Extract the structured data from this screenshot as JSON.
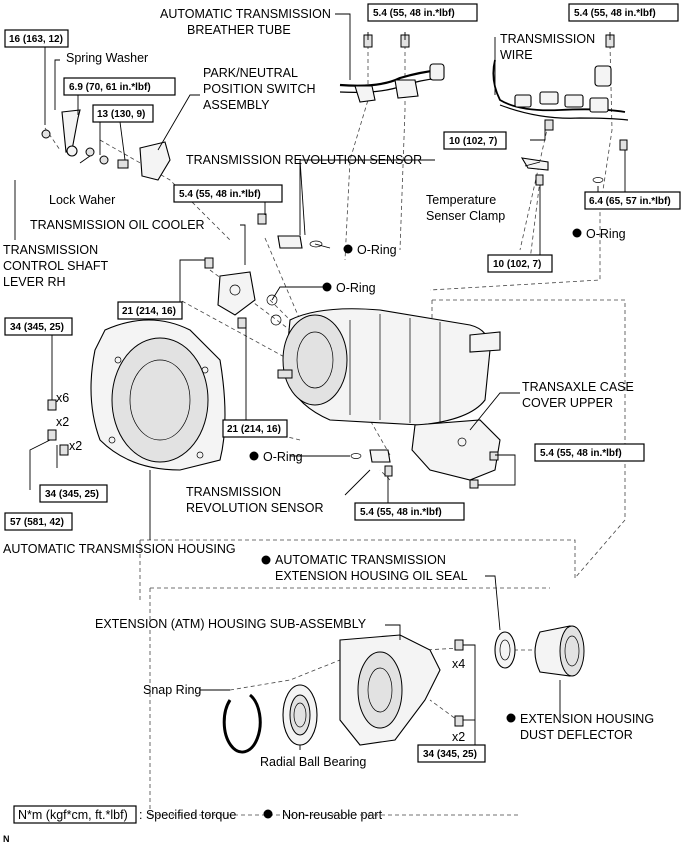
{
  "labels": {
    "breather_tube": "AUTOMATIC TRANSMISSION\nBREATHER TUBE",
    "spring_washer": "Spring Washer",
    "park_neutral": "PARK/NEUTRAL\nPOSITION SWITCH\nASSEMBLY",
    "transmission_wire": "TRANSMISSION\nWIRE",
    "rev_sensor_top": "TRANSMISSION REVOLUTION SENSOR",
    "lock_washer": "Lock Waher",
    "control_shaft": "TRANSMISSION\nCONTROL SHAFT\nLEVER RH",
    "oil_cooler": "TRANSMISSION OIL COOLER",
    "temp_clamp": "Temperature\nSenser Clamp",
    "oring_1": "O-Ring",
    "oring_2": "O-Ring",
    "oring_3": "O-Ring",
    "oring_4": "O-Ring",
    "case_cover": "TRANSAXLE CASE\nCOVER UPPER",
    "rev_sensor_bottom": "TRANSMISSION\nREVOLUTION SENSOR",
    "at_housing": "AUTOMATIC TRANSMISSION HOUSING",
    "ext_oil_seal": "AUTOMATIC TRANSMISSION\nEXTENSION HOUSING OIL SEAL",
    "ext_housing": "EXTENSION (ATM) HOUSING SUB-ASSEMBLY",
    "snap_ring": "Snap Ring",
    "radial_bearing": "Radial Ball Bearing",
    "dust_deflector": "EXTENSION HOUSING\nDUST DEFLECTOR",
    "qty_x6": "x6",
    "qty_x2a": "x2",
    "qty_x2b": "x2",
    "qty_x4": "x4",
    "qty_x2c": "x2"
  },
  "torques": {
    "t_breather": "5.4 (55, 48 in.*lbf)",
    "t_wire_top": "5.4 (55, 48 in.*lbf)",
    "t_lever": "16 (163, 12)",
    "t_washer": "6.9 (70, 61 in.*lbf)",
    "t_switch": "13 (130, 9)",
    "t_wire_bolt": "10 (102, 7)",
    "t_rev_sensor": "5.4 (55, 48 in.*lbf)",
    "t_connector": "6.4 (65, 57 in.*lbf)",
    "t_cooler_top": "21 (214, 16)",
    "t_clamp": "10 (102, 7)",
    "t_housing_top": "34 (345, 25)",
    "t_cooler_bottom": "21 (214, 16)",
    "t_cover": "5.4 (55, 48 in.*lbf)",
    "t_housing_mid": "34 (345, 25)",
    "t_housing_bottom": "57 (581, 42)",
    "t_rev_sensor_bottom": "5.4 (55, 48 in.*lbf)",
    "t_ext_housing": "34 (345, 25)"
  },
  "legend": {
    "box_text": "N*m (kgf*cm, ft.*lbf)",
    "specified": ": Specified torque",
    "nonreusable": "Non-reusable part"
  },
  "footer": {
    "letter": "N"
  }
}
